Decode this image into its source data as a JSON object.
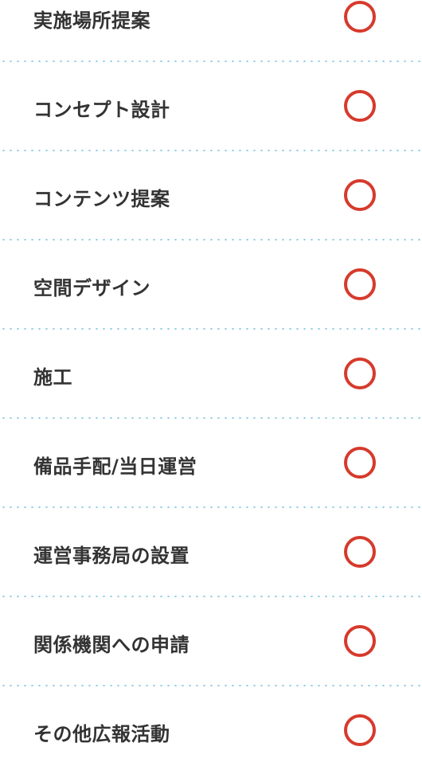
{
  "service_list": {
    "items": [
      {
        "label": "実施場所提案",
        "mark": "○"
      },
      {
        "label": "コンセプト設計",
        "mark": "○"
      },
      {
        "label": "コンテンツ提案",
        "mark": "○"
      },
      {
        "label": "空間デザイン",
        "mark": "○"
      },
      {
        "label": "施工",
        "mark": "○"
      },
      {
        "label": "備品手配/当日運営",
        "mark": "○"
      },
      {
        "label": "運営事務局の設置",
        "mark": "○"
      },
      {
        "label": "関係機関への申請",
        "mark": "○"
      },
      {
        "label": "その他広報活動",
        "mark": "○"
      }
    ]
  },
  "colors": {
    "mark": "#d63a2c",
    "divider": "#8fcde6",
    "text": "#333333"
  },
  "icons": {
    "mark": "circle-mark-icon"
  }
}
